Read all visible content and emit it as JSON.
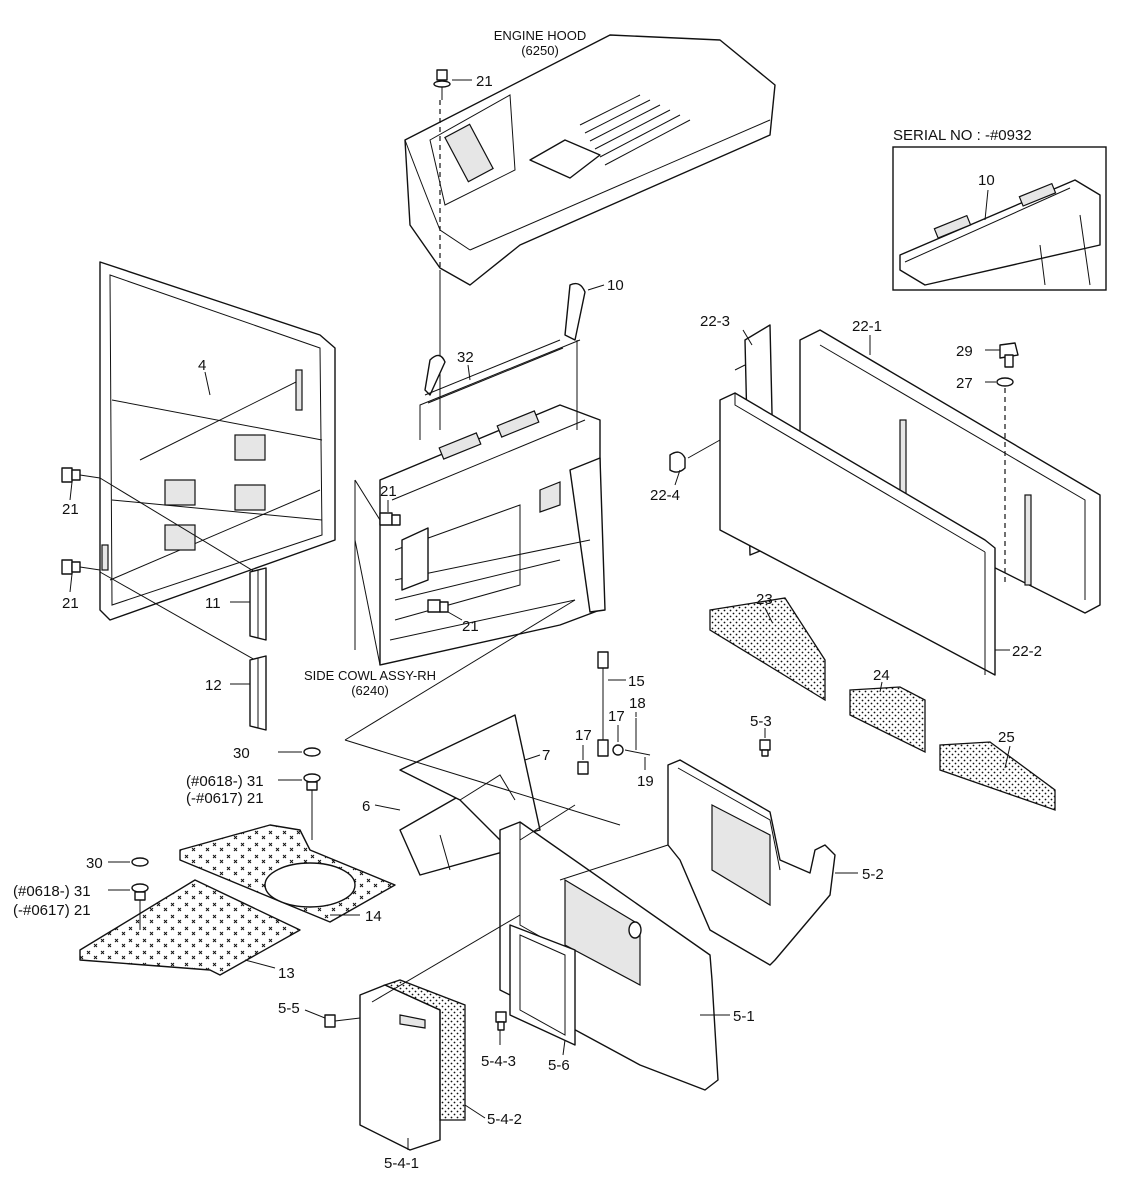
{
  "titles": {
    "engine_hood": "ENGINE HOOD",
    "engine_hood_code": "(6250)",
    "side_cowl": "SIDE COWL ASSY-RH",
    "side_cowl_code": "(6240)",
    "serial_inset": "SERIAL NO : -#0932"
  },
  "labels": {
    "p4": "4",
    "p5_1": "5-1",
    "p5_2": "5-2",
    "p5_3": "5-3",
    "p5_4_1": "5-4-1",
    "p5_4_2": "5-4-2",
    "p5_4_3": "5-4-3",
    "p5_5": "5-5",
    "p5_6": "5-6",
    "p6": "6",
    "p7": "7",
    "p10": "10",
    "p10_inset": "10",
    "p11": "11",
    "p12": "12",
    "p13": "13",
    "p14": "14",
    "p15": "15",
    "p17a": "17",
    "p17b": "17",
    "p18": "18",
    "p19": "19",
    "p21_top": "21",
    "p21_left_a": "21",
    "p21_left_b": "21",
    "p21_mid": "21",
    "p21_mid2": "21",
    "p22_1": "22-1",
    "p22_2": "22-2",
    "p22_3": "22-3",
    "p22_4": "22-4",
    "p23": "23",
    "p24": "24",
    "p25": "25",
    "p27": "27",
    "p29": "29",
    "p30a": "30",
    "p30b": "30",
    "p31a": "(#0618-) 31",
    "p21a_alt": "(-#0617) 21",
    "p31b": "(#0618-) 31",
    "p21b_alt": "(-#0617) 21",
    "p32": "32"
  }
}
